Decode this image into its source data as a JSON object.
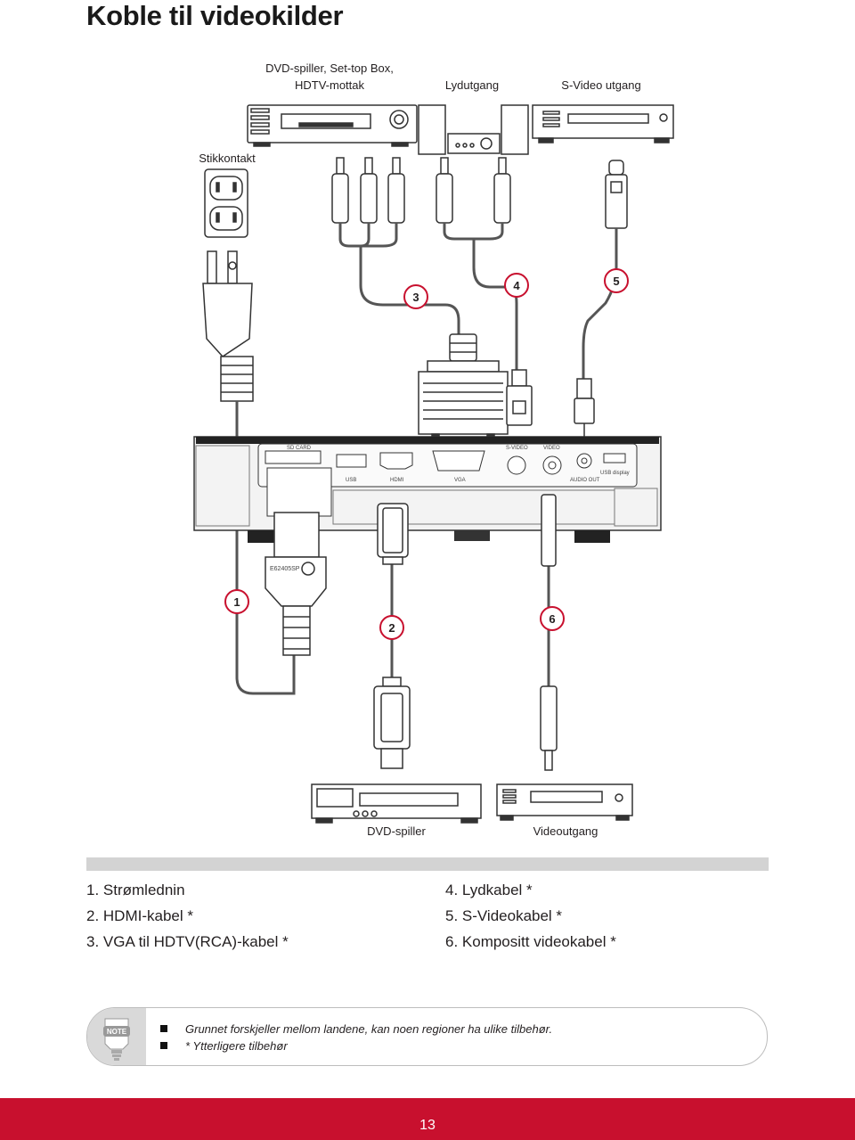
{
  "page": {
    "title": "Koble til videokilder",
    "page_number": "13"
  },
  "labels": {
    "dvd_stb_line1": "DVD-spiller, Set-top Box,",
    "dvd_stb_line2": "HDTV-mottak",
    "audio_out": "Lydutgang",
    "svideo_out": "S-Video utgang",
    "outlet": "Stikkontakt",
    "dvd_player": "DVD-spiller",
    "video_out": "Videoutgang"
  },
  "callouts": {
    "c1": "1",
    "c2": "2",
    "c3": "3",
    "c4": "4",
    "c5": "5",
    "c6": "6"
  },
  "projector_ports": {
    "sd_card": "SD CARD",
    "usb": "USB",
    "hdmi": "HDMI",
    "vga": "VGA",
    "svideo": "S-VIDEO",
    "video": "VIDEO",
    "audio_out": "AUDIO OUT",
    "usb_display": "USB display"
  },
  "plug_label": "E62405SP",
  "cable_list": {
    "left": [
      "1.  Strømlednin",
      "2.  HDMI-kabel *",
      "3.  VGA til HDTV(RCA)-kabel *"
    ],
    "right": [
      "4.  Lydkabel *",
      "5.  S-Videokabel *",
      "6.  Kompositt videokabel *"
    ]
  },
  "note": {
    "badge": "NOTE",
    "items": [
      "Grunnet forskjeller mellom landene, kan noen regioner ha ulike tilbehør.",
      "* Ytterligere tilbehør"
    ]
  },
  "colors": {
    "callout_ring": "#c8102e",
    "footer": "#c8102e",
    "cable": "#555555"
  }
}
